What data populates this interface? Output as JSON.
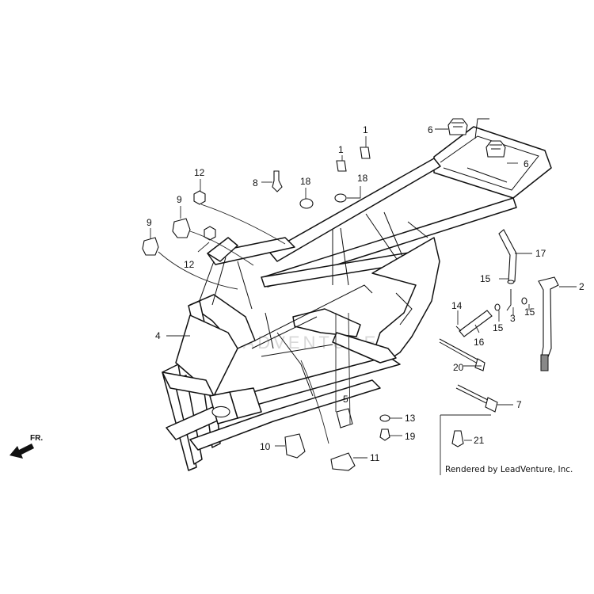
{
  "diagram": {
    "credit": "Rendered by LeadVenture, Inc.",
    "direction_label": "FR.",
    "watermark_text": "LEADVENTURE",
    "callouts": [
      {
        "id": "c1a",
        "label": "1"
      },
      {
        "id": "c1b",
        "label": "1"
      },
      {
        "id": "c2",
        "label": "2"
      },
      {
        "id": "c3",
        "label": "3"
      },
      {
        "id": "c4",
        "label": "4"
      },
      {
        "id": "c5",
        "label": "5"
      },
      {
        "id": "c6a",
        "label": "6"
      },
      {
        "id": "c6b",
        "label": "6"
      },
      {
        "id": "c7",
        "label": "7"
      },
      {
        "id": "c8",
        "label": "8"
      },
      {
        "id": "c9a",
        "label": "9"
      },
      {
        "id": "c9b",
        "label": "9"
      },
      {
        "id": "c10",
        "label": "10"
      },
      {
        "id": "c11",
        "label": "11"
      },
      {
        "id": "c12a",
        "label": "12"
      },
      {
        "id": "c12b",
        "label": "12"
      },
      {
        "id": "c13",
        "label": "13"
      },
      {
        "id": "c14",
        "label": "14"
      },
      {
        "id": "c15a",
        "label": "15"
      },
      {
        "id": "c15b",
        "label": "15"
      },
      {
        "id": "c15c",
        "label": "15"
      },
      {
        "id": "c16",
        "label": "16"
      },
      {
        "id": "c17",
        "label": "17"
      },
      {
        "id": "c18",
        "label": "18"
      },
      {
        "id": "c19",
        "label": "19"
      },
      {
        "id": "c20",
        "label": "20"
      },
      {
        "id": "c21",
        "label": "21"
      }
    ]
  }
}
